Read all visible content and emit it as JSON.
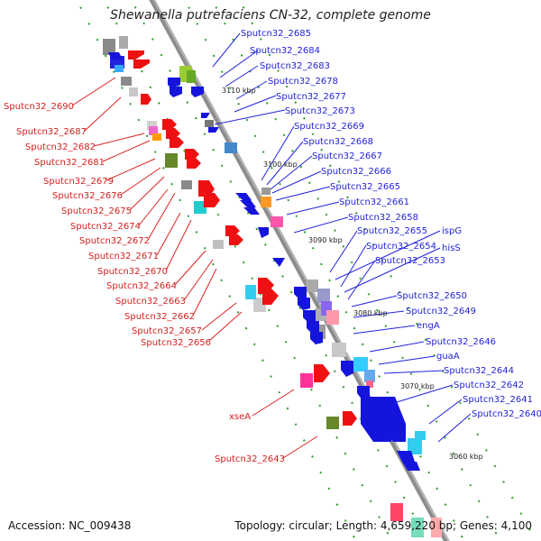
{
  "title": "Shewanella putrefaciens CN-32, complete genome",
  "footer": {
    "accession": "Accession: NC_009438",
    "topology": "Topology: circular; Length: 4,659,220 bp; Genes: 4,100"
  },
  "kbp_markers": [
    "3110 kbp",
    "3100 kbp",
    "3090 kbp",
    "3080 kbp",
    "3070 kbp",
    "3060 kbp"
  ],
  "right_labels": [
    "Sputcn32_2685",
    "Sputcn32_2684",
    "Sputcn32_2683",
    "Sputcn32_2678",
    "Sputcn32_2677",
    "Sputcn32_2673",
    "Sputcn32_2669",
    "Sputcn32_2668",
    "Sputcn32_2667",
    "Sputcn32_2666",
    "Sputcn32_2665",
    "Sputcn32_2661",
    "Sputcn32_2658",
    "Sputcn32_2655",
    "ispG",
    "Sputcn32_2654",
    "hisS",
    "Sputcn32_2653",
    "Sputcn32_2650",
    "Sputcn32_2649",
    "engA",
    "Sputcn32_2646",
    "guaA",
    "Sputcn32_2644",
    "Sputcn32_2642",
    "Sputcn32_2641",
    "Sputcn32_2640"
  ],
  "left_labels": [
    "Sputcn32_2690",
    "Sputcn32_2687",
    "Sputcn32_2682",
    "Sputcn32_2681",
    "Sputcn32_2679",
    "Sputcn32_2676",
    "Sputcn32_2675",
    "Sputcn32_2674",
    "Sputcn32_2672",
    "Sputcn32_2671",
    "Sputcn32_2670",
    "Sputcn32_2664",
    "Sputcn32_2663",
    "Sputcn32_2662",
    "Sputcn32_2657",
    "Sputcn32_2656",
    "xseA",
    "Sputcn32_2643"
  ]
}
